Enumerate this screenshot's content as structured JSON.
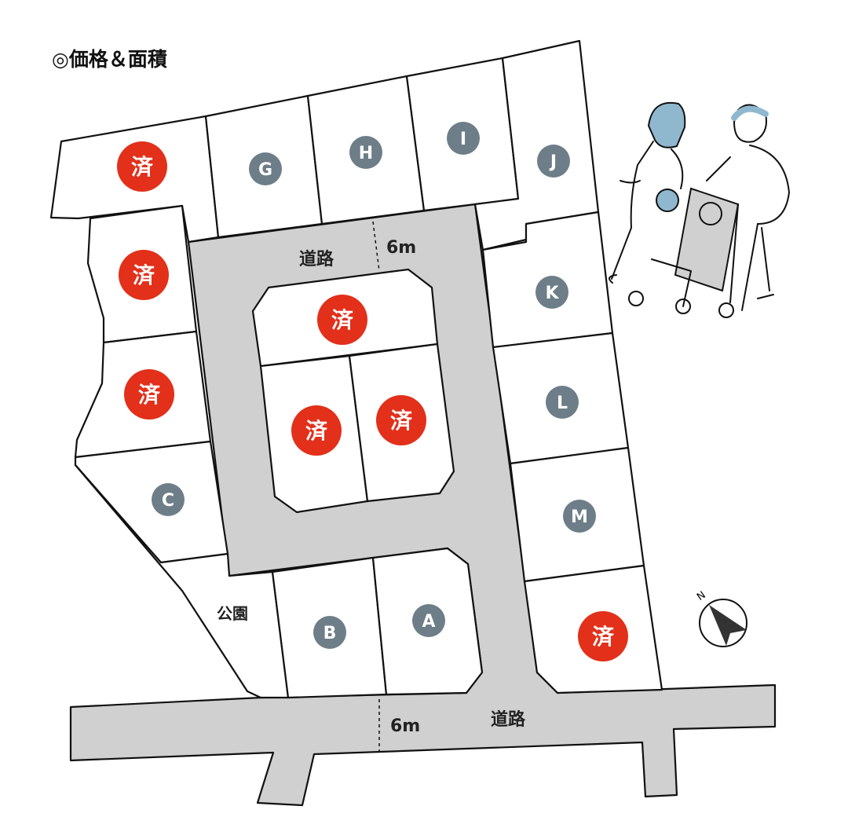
{
  "title": "◎価格＆面積",
  "colors": {
    "sold": "#e2301a",
    "available": "#6d7e89",
    "road": "#d0d0d0",
    "line": "#111111"
  },
  "sold_label": "済",
  "lots": [
    {
      "id": "sold-1",
      "label": "済",
      "status": "sold"
    },
    {
      "id": "G",
      "label": "G",
      "status": "available"
    },
    {
      "id": "H",
      "label": "H",
      "status": "available"
    },
    {
      "id": "I",
      "label": "I",
      "status": "available"
    },
    {
      "id": "J",
      "label": "J",
      "status": "available"
    },
    {
      "id": "sold-2",
      "label": "済",
      "status": "sold"
    },
    {
      "id": "K",
      "label": "K",
      "status": "available"
    },
    {
      "id": "sold-3",
      "label": "済",
      "status": "sold"
    },
    {
      "id": "L",
      "label": "L",
      "status": "available"
    },
    {
      "id": "sold-4",
      "label": "済",
      "status": "sold"
    },
    {
      "id": "sold-5",
      "label": "済",
      "status": "sold"
    },
    {
      "id": "M",
      "label": "M",
      "status": "available"
    },
    {
      "id": "C",
      "label": "C",
      "status": "available"
    },
    {
      "id": "B",
      "label": "B",
      "status": "available"
    },
    {
      "id": "A",
      "label": "A",
      "status": "available"
    },
    {
      "id": "sold-6",
      "label": "済",
      "status": "sold"
    },
    {
      "id": "sold-7",
      "label": "済",
      "status": "sold"
    }
  ],
  "roads": {
    "north_label": "道路",
    "north_width": "6m",
    "south_label": "道路",
    "south_width": "6m"
  },
  "park_label": "公園",
  "compass_label": "N"
}
